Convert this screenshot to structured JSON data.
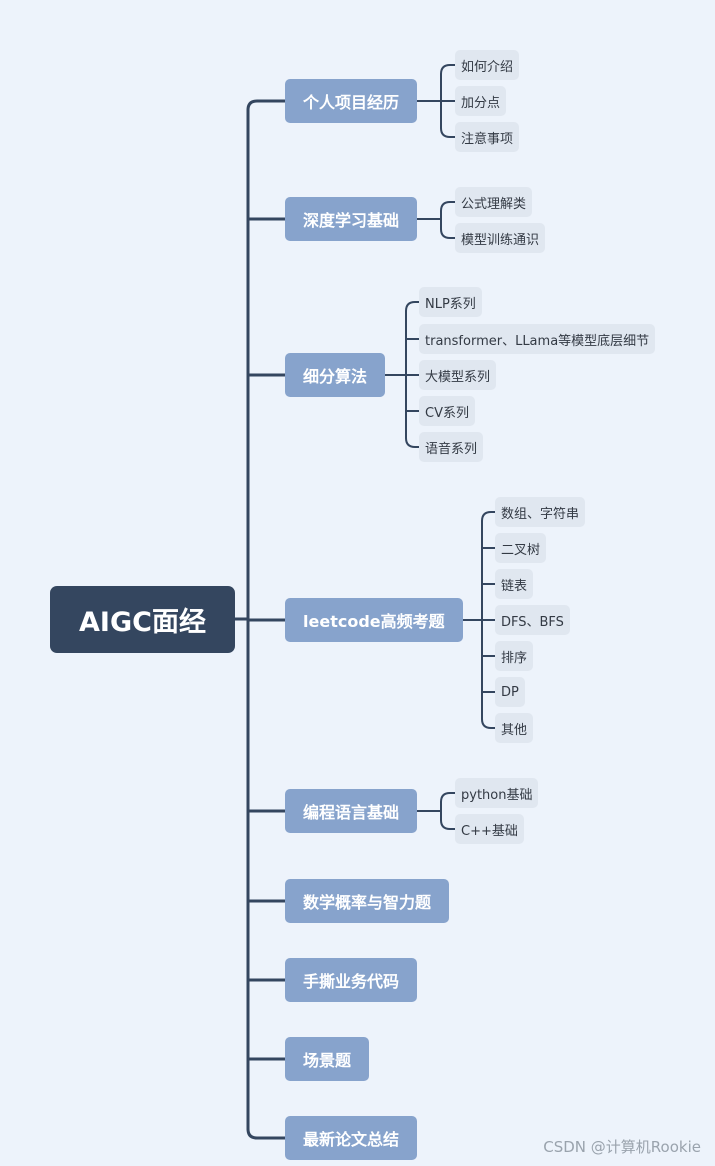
{
  "root": {
    "label": "AIGC面经"
  },
  "branches": [
    {
      "label": "个人项目经历",
      "children": [
        "如何介绍",
        "加分点",
        "注意事项"
      ]
    },
    {
      "label": "深度学习基础",
      "children": [
        "公式理解类",
        "模型训练通识"
      ]
    },
    {
      "label": "细分算法",
      "children": [
        "NLP系列",
        "transformer、LLama等模型底层细节",
        "大模型系列",
        "CV系列",
        "语音系列"
      ]
    },
    {
      "label": "leetcode高频考题",
      "children": [
        "数组、字符串",
        "二叉树",
        "链表",
        "DFS、BFS",
        "排序",
        "DP",
        "其他"
      ]
    },
    {
      "label": "编程语言基础",
      "children": [
        "python基础",
        "C++基础"
      ]
    },
    {
      "label": "数学概率与智力题",
      "children": []
    },
    {
      "label": "手撕业务代码",
      "children": []
    },
    {
      "label": "场景题",
      "children": []
    },
    {
      "label": "最新论文总结",
      "children": []
    }
  ],
  "watermark": "CSDN @计算机Rookie",
  "colors": {
    "background": "#edf3fb",
    "root_fill": "#34465f",
    "branch_fill": "#87a3cc",
    "leaf_fill": "#e0e7f0",
    "connector": "#34465f"
  }
}
